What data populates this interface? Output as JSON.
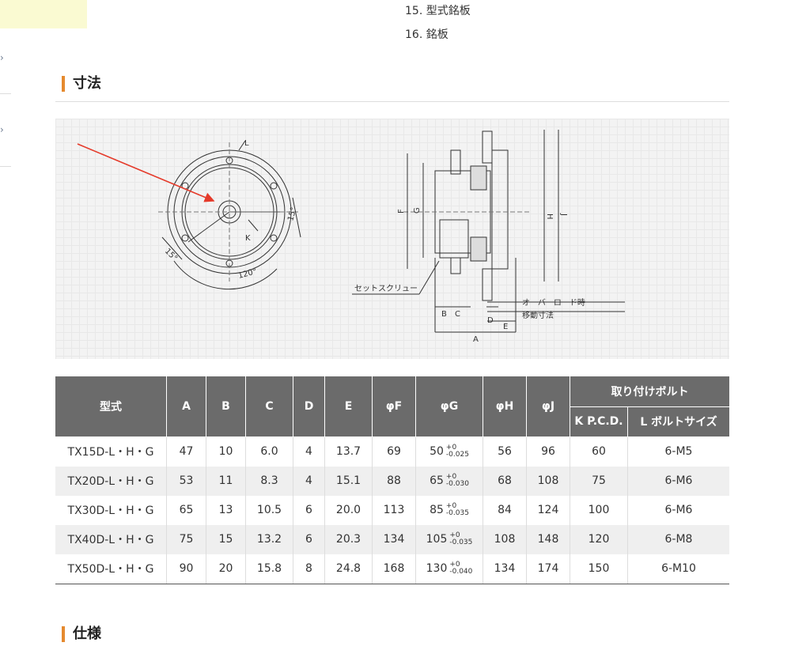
{
  "parts_list": [
    "15. 型式銘板",
    "16. 銘板"
  ],
  "sections": {
    "dimensions": "寸法",
    "specs": "仕様"
  },
  "diagram_labels": {
    "L": "L",
    "K": "K",
    "angle15a": "15°",
    "angle15b": "15°",
    "angle120": "120°",
    "F": "F",
    "G": "G",
    "H": "H",
    "J": "J",
    "setscrew": "セットスクリュー",
    "B": "B",
    "C": "C",
    "D": "D",
    "E": "E",
    "A": "A",
    "overload": "オーバーロード時",
    "travel": "移動寸法"
  },
  "table": {
    "headers": {
      "model": "型式",
      "A": "A",
      "B": "B",
      "C": "C",
      "D": "D",
      "E": "E",
      "F": "φF",
      "G": "φG",
      "H": "φH",
      "J": "φJ",
      "bolt_group": "取り付けボルト",
      "kpcd": "K P.C.D.",
      "lbolt": "L ボルトサイズ"
    },
    "rows": [
      {
        "model": "TX15D-L・H・G",
        "A": "47",
        "B": "10",
        "C": "6.0",
        "D": "4",
        "E": "13.7",
        "F": "69",
        "G": "50",
        "G_up": "+0",
        "G_lo": "-0.025",
        "H": "56",
        "J": "96",
        "K": "60",
        "L": "6-M5"
      },
      {
        "model": "TX20D-L・H・G",
        "A": "53",
        "B": "11",
        "C": "8.3",
        "D": "4",
        "E": "15.1",
        "F": "88",
        "G": "65",
        "G_up": "+0",
        "G_lo": "-0.030",
        "H": "68",
        "J": "108",
        "K": "75",
        "L": "6-M6"
      },
      {
        "model": "TX30D-L・H・G",
        "A": "65",
        "B": "13",
        "C": "10.5",
        "D": "6",
        "E": "20.0",
        "F": "113",
        "G": "85",
        "G_up": "+0",
        "G_lo": "-0.035",
        "H": "84",
        "J": "124",
        "K": "100",
        "L": "6-M6"
      },
      {
        "model": "TX40D-L・H・G",
        "A": "75",
        "B": "15",
        "C": "13.2",
        "D": "6",
        "E": "20.3",
        "F": "134",
        "G": "105",
        "G_up": "+0",
        "G_lo": "-0.035",
        "H": "108",
        "J": "148",
        "K": "120",
        "L": "6-M8"
      },
      {
        "model": "TX50D-L・H・G",
        "A": "90",
        "B": "20",
        "C": "15.8",
        "D": "8",
        "E": "24.8",
        "F": "168",
        "G": "130",
        "G_up": "+0",
        "G_lo": "-0.040",
        "H": "134",
        "J": "174",
        "K": "150",
        "L": "6-M10"
      }
    ]
  },
  "colors": {
    "accent": "#e58a2f",
    "header_bg": "#6b6b6b",
    "arrow": "#e53a2a",
    "alt_row": "#efefef"
  }
}
